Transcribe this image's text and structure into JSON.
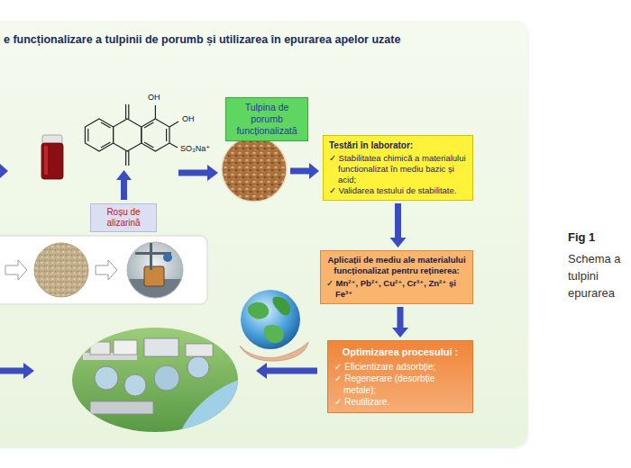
{
  "diagram": {
    "title": "e funcționalizare a tulpinii de porumb și utilizarea în epurarea apelor uzate",
    "caption": "Schema a tulpini epurarea",
    "nodes": [
      {
        "text": [
          "Tulpina de porumb funcționalizată"
        ]
      },
      {
        "text": [
          "Roșu de alizarină"
        ]
      },
      {
        "text": [
          "Testări în laborator:",
          "✓ Stabilitatea chimică a materialului functionalizat în mediu bazic și acid;",
          "✓ Validarea testului de stabilitate."
        ]
      },
      {
        "text": [
          "Aplicații de mediu ale materialului funcționalizat pentru reținerea:",
          "✓ Mn²⁺, Pb²⁺, Cu²⁺, Cr³⁺, Zn²⁺ și Fe³⁺"
        ]
      },
      {
        "text": [
          "Optimizarea procesului :",
          "✓ Eficientizare adsorbție;",
          "✓ Regenerare (desorbție metale);",
          "✓ Reutilizare."
        ]
      }
    ],
    "edges": [
      {
        "from": 2,
        "to": 3,
        "arrow": "to"
      },
      {
        "from": 3,
        "to": 4,
        "arrow": "to"
      }
    ],
    "labels": [
      "OH",
      "OH",
      "SO₃Na⁺",
      "Fig 1"
    ]
  }
}
